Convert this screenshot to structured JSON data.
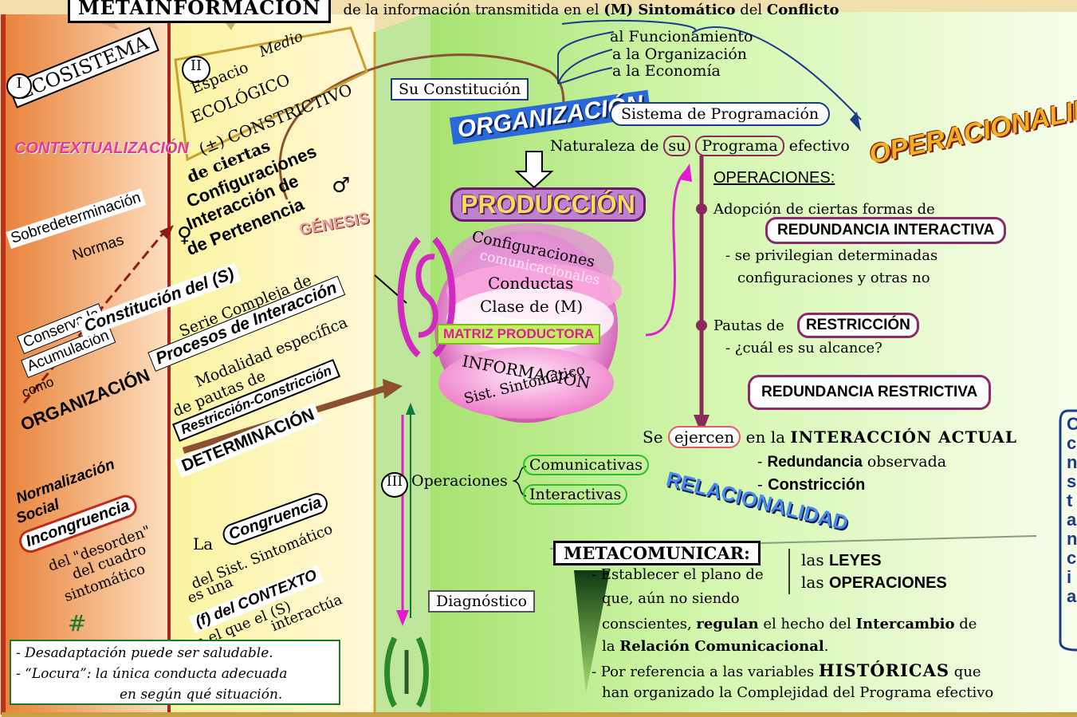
{
  "header": {
    "meta": "METAINFORMACIÓN",
    "subtitle_pre": "de la información transmitida en el",
    "subtitle_m": "(M) Sintomático",
    "subtitle_mid": "del",
    "subtitle_end": "Conflicto"
  },
  "col1": {
    "roman": "I",
    "title": "ECOSISTEMA",
    "context": "CONTEXTUALIZACIÓN",
    "sobre": "Sobredeterminación",
    "normas": "Normas",
    "conserva": "Conserva la",
    "acumulacion": "Acumulación",
    "como": "como",
    "organizacion": "ORGANIZACIÓN",
    "normalizacion": "Normalización",
    "social": "Social",
    "incongruencia": "Incongruencia",
    "del_desorden": "del \"desorden\"",
    "del_cuadro": "del cuadro",
    "sintomatico": "sintomático",
    "hash": "#"
  },
  "col2": {
    "roman": "II",
    "espacio": "Espacio",
    "medio": "Medio",
    "ecologico": "ECOLÓGICO",
    "constrictivo": "(±) CONSTRICTIVO",
    "de_ciertas": "de ciertas",
    "configuraciones": "Configuraciones",
    "interaccion": "Interacción de",
    "de_pertenencia": "de Pertenencia",
    "male": "♂",
    "female": "♀",
    "genesis": "GÉNESIS",
    "constitucion": "Constitución del (S)",
    "serie": "Serie Compleja de",
    "procesos": "Procesos de Interacción",
    "modalidad": "Modalidad específica",
    "de_pautas": "de pautas de",
    "restriccion_constriccion": "Restricción-Constricción",
    "determinacion": "DETERMINACIÓN",
    "la": "La",
    "congruencia": "Congruencia",
    "del_sist": "del Sist. Sintomático",
    "es_una": "es una",
    "f_contexto": "(f) del CONTEXTO",
    "en_el_que": "en el que el (S)",
    "interactua": "interactúa"
  },
  "note": {
    "line1": "- Desadaptación puede ser saludable.",
    "line2": "- “Locura”: la única conducta adecuada",
    "line3": "en según qué situación."
  },
  "col3": {
    "s_symbol": "(S)",
    "su_constitucion": "Su Constitución",
    "al_funcionamiento": "al Funcionamiento",
    "a_la_organizacion": "a la Organización",
    "a_la_economia": "a la Economía",
    "organizacion": "ORGANIZACIÓN",
    "sistema_programacion": "Sistema de Programación",
    "naturaleza": "Naturaleza de",
    "su": "su",
    "programa": "Programa",
    "efectivo": "efectivo",
    "operacionalidad": "OPERACIONALIDAD",
    "produccion": "PRODUCCIÓN",
    "configuraciones_com": "Configuraciones",
    "comunicacionales": "comunicacionales",
    "conductas": "Conductas",
    "clase_m": "Clase de (M)",
    "matriz": "MATRIZ PRODUCTORA",
    "informacion": "INFORMACIÓN",
    "sist_sintomatico": "Sist. Sintomático",
    "operaciones_head": "OPERACIONES:",
    "adopcion": "Adopción de ciertas formas de",
    "redundancia_interactiva": "REDUNDANCIA INTERACTIVA",
    "privilegian1": "- se privilegian determinadas",
    "privilegian2": "configuraciones y otras no",
    "pautas_de": "Pautas de",
    "restriccion": "RESTRICCIÓN",
    "alcance": "- ¿cuál es su alcance?",
    "redundancia_restrictiva": "REDUNDANCIA RESTRICTIVA",
    "se": "Se",
    "ejercen": "ejercen",
    "en_la": "en la",
    "interaccion_actual": "INTERACCIÓN ACTUAL",
    "redundancia_obs_b": "Redundancia",
    "redundancia_obs": "observada",
    "constriccion": "Constricción",
    "roman3": "III",
    "operaciones": "Operaciones",
    "comunicativas": "Comunicativas",
    "interactivas": "Interactivas",
    "relacionalidad": "RELACIONALIDAD",
    "diagnostico": "Diagnóstico"
  },
  "meta": {
    "title": "METACOMUNICAR:",
    "establecer": "- Establecer el plano de",
    "las": "las",
    "leyes": "LEYES",
    "las2": "las",
    "operaciones": "OPERACIONES",
    "que_aun": "que, aún no siendo",
    "conscientes": "conscientes,",
    "regulan": "regulan",
    "el_hecho": "el hecho del",
    "intercambio": "Intercambio",
    "de": "de",
    "la": "la",
    "relacion": "Relación Comunicacional",
    "por_ref": "- Por referencia a las variables",
    "historicas": "HISTÓRICAS",
    "que": "que",
    "han_org": "han organizado la Complejidad del Programa efectivo"
  },
  "side_letters": [
    "C",
    "c",
    "n",
    "s",
    "t",
    "a",
    "n",
    "c",
    "i",
    "a"
  ]
}
